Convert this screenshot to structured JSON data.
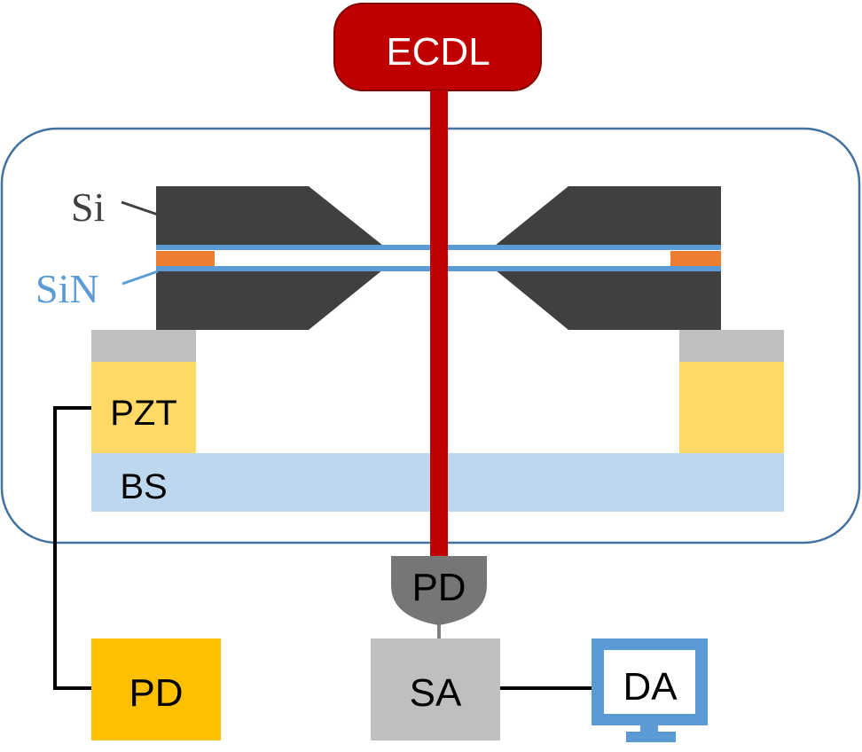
{
  "labels": {
    "ecdl": "ECDL",
    "si": "Si",
    "sin": "SiN",
    "pzt": "PZT",
    "bs": "BS",
    "pd_detector": "PD",
    "pd_box": "PD",
    "sa": "SA",
    "da": "DA"
  },
  "colors": {
    "ecdl_fill": "#c00000",
    "ecdl_stroke": "#7f0000",
    "beam": "#c00000",
    "enclosure_stroke": "#41719c",
    "silicon": "#404040",
    "sin_layer": "#5b9bd5",
    "sin_label": "#5b9bd5",
    "spacer": "#ed7d31",
    "pzt": "#ffd966",
    "pzt_cap": "#bfbfbf",
    "bs": "#bdd7ee",
    "detector": "#767676",
    "pd_box": "#ffc000",
    "sa_box": "#bfbfbf",
    "monitor": "#5b9bd5",
    "wire": "#000000"
  }
}
